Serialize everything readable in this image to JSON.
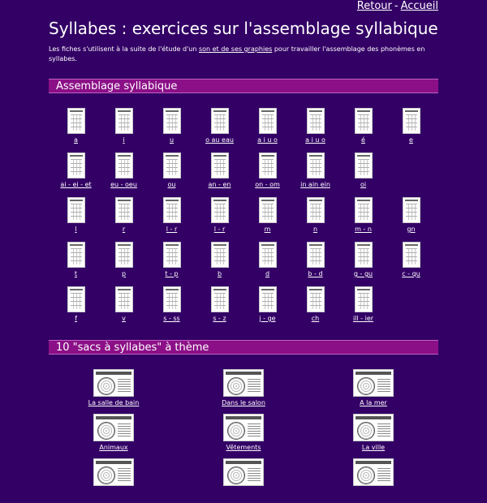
{
  "nav": {
    "back_label": "Retour",
    "separator": "-",
    "home_label": "Accueil"
  },
  "page": {
    "title": "Syllabes : exercices sur l'assemblage syllabique",
    "intro_before": "Les fiches s'utilisent à la suite de l'étude d'un ",
    "intro_link": "son et de ses graphies",
    "intro_after": " pour travailler l'assemblage des phonèmes en syllabes."
  },
  "assemblage": {
    "heading": "Assemblage syllabique",
    "items": [
      "a",
      "i",
      "u",
      "o au eau",
      "a i u o",
      "a i u o",
      "é",
      "e",
      "ai - ei - et",
      "eu - oeu",
      "ou",
      "an - en",
      "on - om",
      "in ain ein",
      "oi",
      "l",
      "r",
      "l - r",
      "l - r",
      "m",
      "n",
      "m - n",
      "gn",
      "t",
      "p",
      "t - p",
      "b",
      "d",
      "b - d",
      "g - gu",
      "c - qu",
      "f",
      "v",
      "s - ss",
      "s - z",
      "j - ge",
      "ch",
      "ill - ier"
    ]
  },
  "sacs": {
    "heading": "10 \"sacs à syllabes\" à thème",
    "items": [
      "La salle de bain",
      "Dans le salon",
      "A la mer",
      "Animaux",
      "Vêtements",
      "La ville",
      "",
      "",
      ""
    ]
  },
  "colors": {
    "background": "#330066",
    "section_bar": "#8b0f87",
    "text": "#ffffff"
  }
}
